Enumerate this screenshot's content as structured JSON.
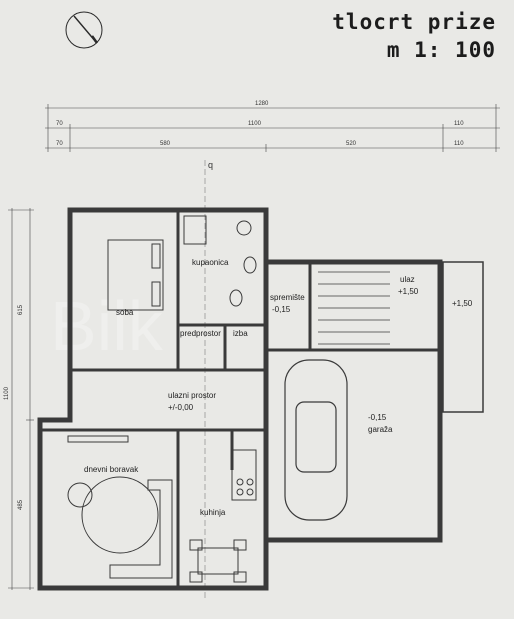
{
  "title": {
    "line1": "tlocrt prize",
    "line2": "m 1: 100"
  },
  "watermark": "Bilk",
  "dimensions": {
    "total": "1280",
    "row2": [
      "70",
      "1100",
      "110"
    ],
    "row3": [
      "70",
      "580",
      "520",
      "110"
    ],
    "vertical": [
      "615",
      "1100",
      "485"
    ]
  },
  "rooms": {
    "soba": "soba",
    "kupaonica": "kupaonica",
    "predprostor": "predprostor",
    "izba": "izba",
    "spremiste": "spremište",
    "spremiste_level": "-0,15",
    "ulaz": "ulaz",
    "ulaz_level": "+1,50",
    "terrace_level": "+1,50",
    "ulazni_prostor": "ulazni prostor",
    "ulazni_level": "+/-0,00",
    "garaza": "garaža",
    "garaza_level": "-0,15",
    "dnevni_boravak": "dnevni boravak",
    "kuhinja": "kuhinja"
  },
  "axis_mark": "q",
  "colors": {
    "paper": "#e9e9e6",
    "ink": "#2a2a2a",
    "wall": "#3a3a3a"
  }
}
